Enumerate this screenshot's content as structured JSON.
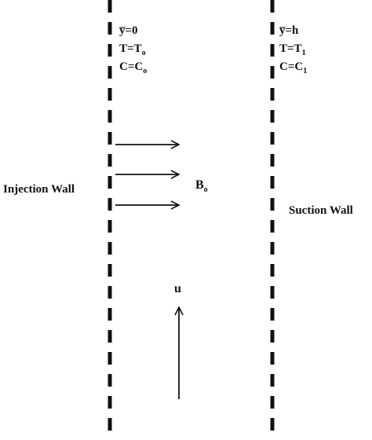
{
  "left_wall": {
    "name": "Injection Wall",
    "conditions": [
      {
        "main": "y̅=0",
        "sub": ""
      },
      {
        "main": "T=T",
        "sub": "o"
      },
      {
        "main": "C=C",
        "sub": "o"
      }
    ]
  },
  "right_wall": {
    "name": "Suction Wall",
    "conditions": [
      {
        "main": "y̅=h",
        "sub": ""
      },
      {
        "main": "T=T",
        "sub": "1"
      },
      {
        "main": "C=C",
        "sub": "1"
      }
    ]
  },
  "magnetic_field": {
    "symbol": "B",
    "sub": "o"
  },
  "velocity": {
    "symbol": "u"
  },
  "colors": {
    "ink": "#111111",
    "background": "#ffffff"
  }
}
